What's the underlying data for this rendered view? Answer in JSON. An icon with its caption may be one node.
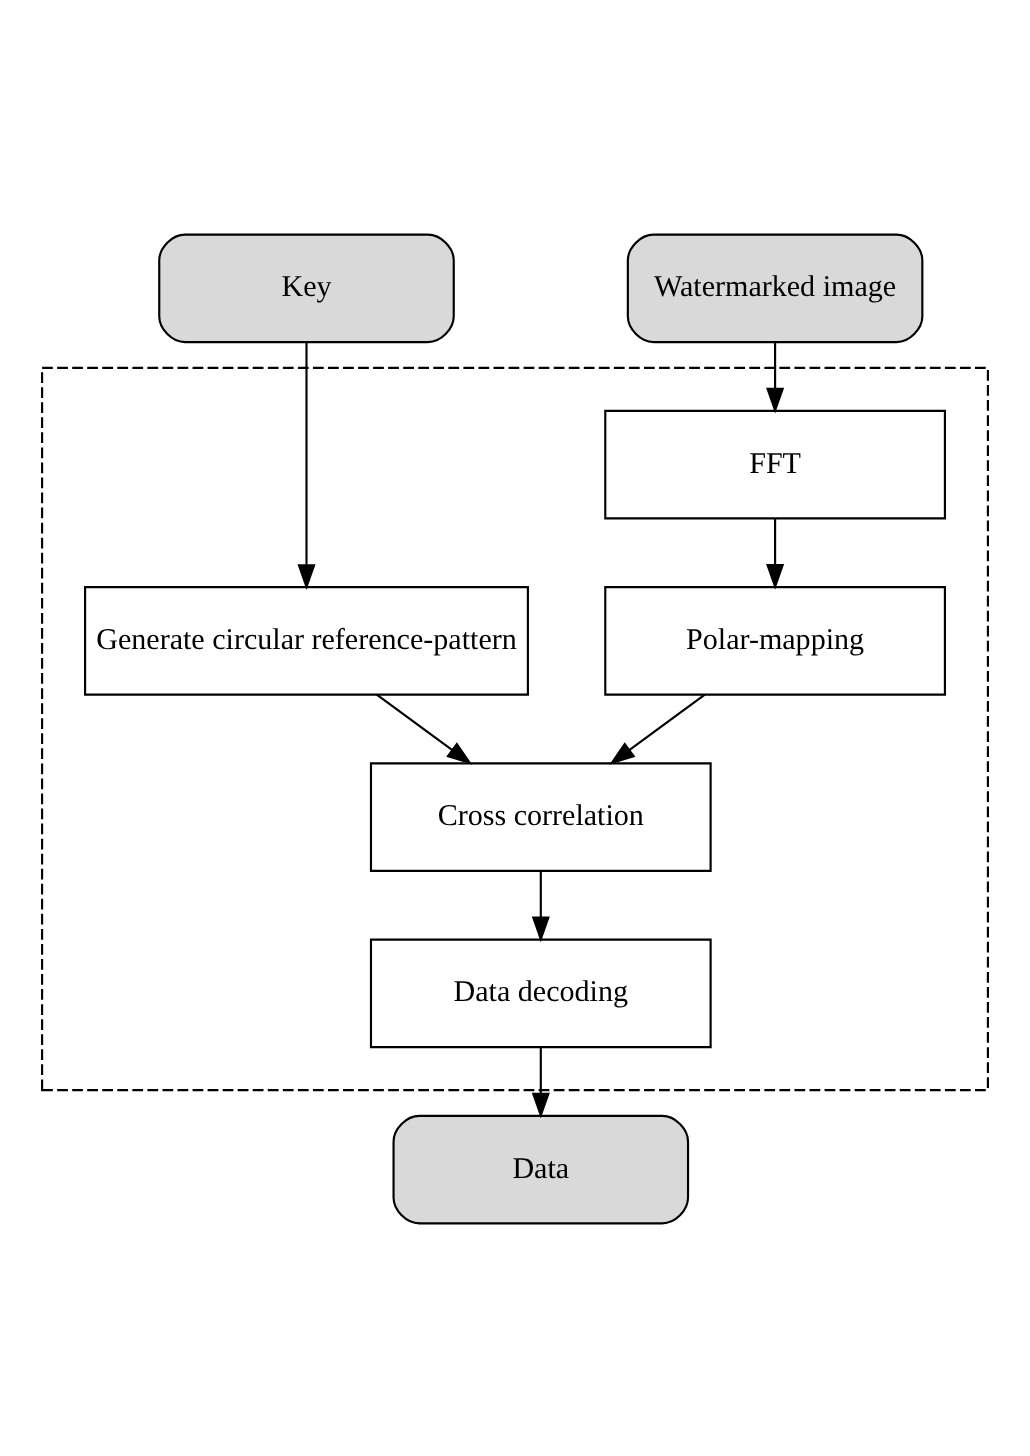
{
  "diagram": {
    "nodes": [
      {
        "text": [
          "Key"
        ]
      },
      {
        "text": [
          "Watermarked image"
        ]
      },
      {
        "text": [],
        "shape": "box"
      },
      {
        "text": [
          "FFT"
        ],
        "in": 2
      },
      {
        "text": [
          "Generate circular reference-pattern"
        ],
        "in": 2
      },
      {
        "text": [
          "Polar-mapping"
        ],
        "in": 2
      },
      {
        "text": [
          "Cross correlation"
        ],
        "in": 2
      },
      {
        "text": [
          "Data decoding"
        ],
        "in": 2
      },
      {
        "text": [
          "Data"
        ]
      }
    ],
    "edges": [
      {
        "from": 0,
        "to": 4,
        "arrow": "to"
      },
      {
        "from": 1,
        "to": 3,
        "arrow": "to"
      },
      {
        "from": 3,
        "to": 5,
        "arrow": "to"
      },
      {
        "from": 4,
        "to": 6,
        "arrow": "to"
      },
      {
        "from": 5,
        "to": 6,
        "arrow": "to"
      },
      {
        "from": 6,
        "to": 7,
        "arrow": "to"
      },
      {
        "from": 7,
        "to": 8,
        "arrow": "to"
      }
    ]
  }
}
